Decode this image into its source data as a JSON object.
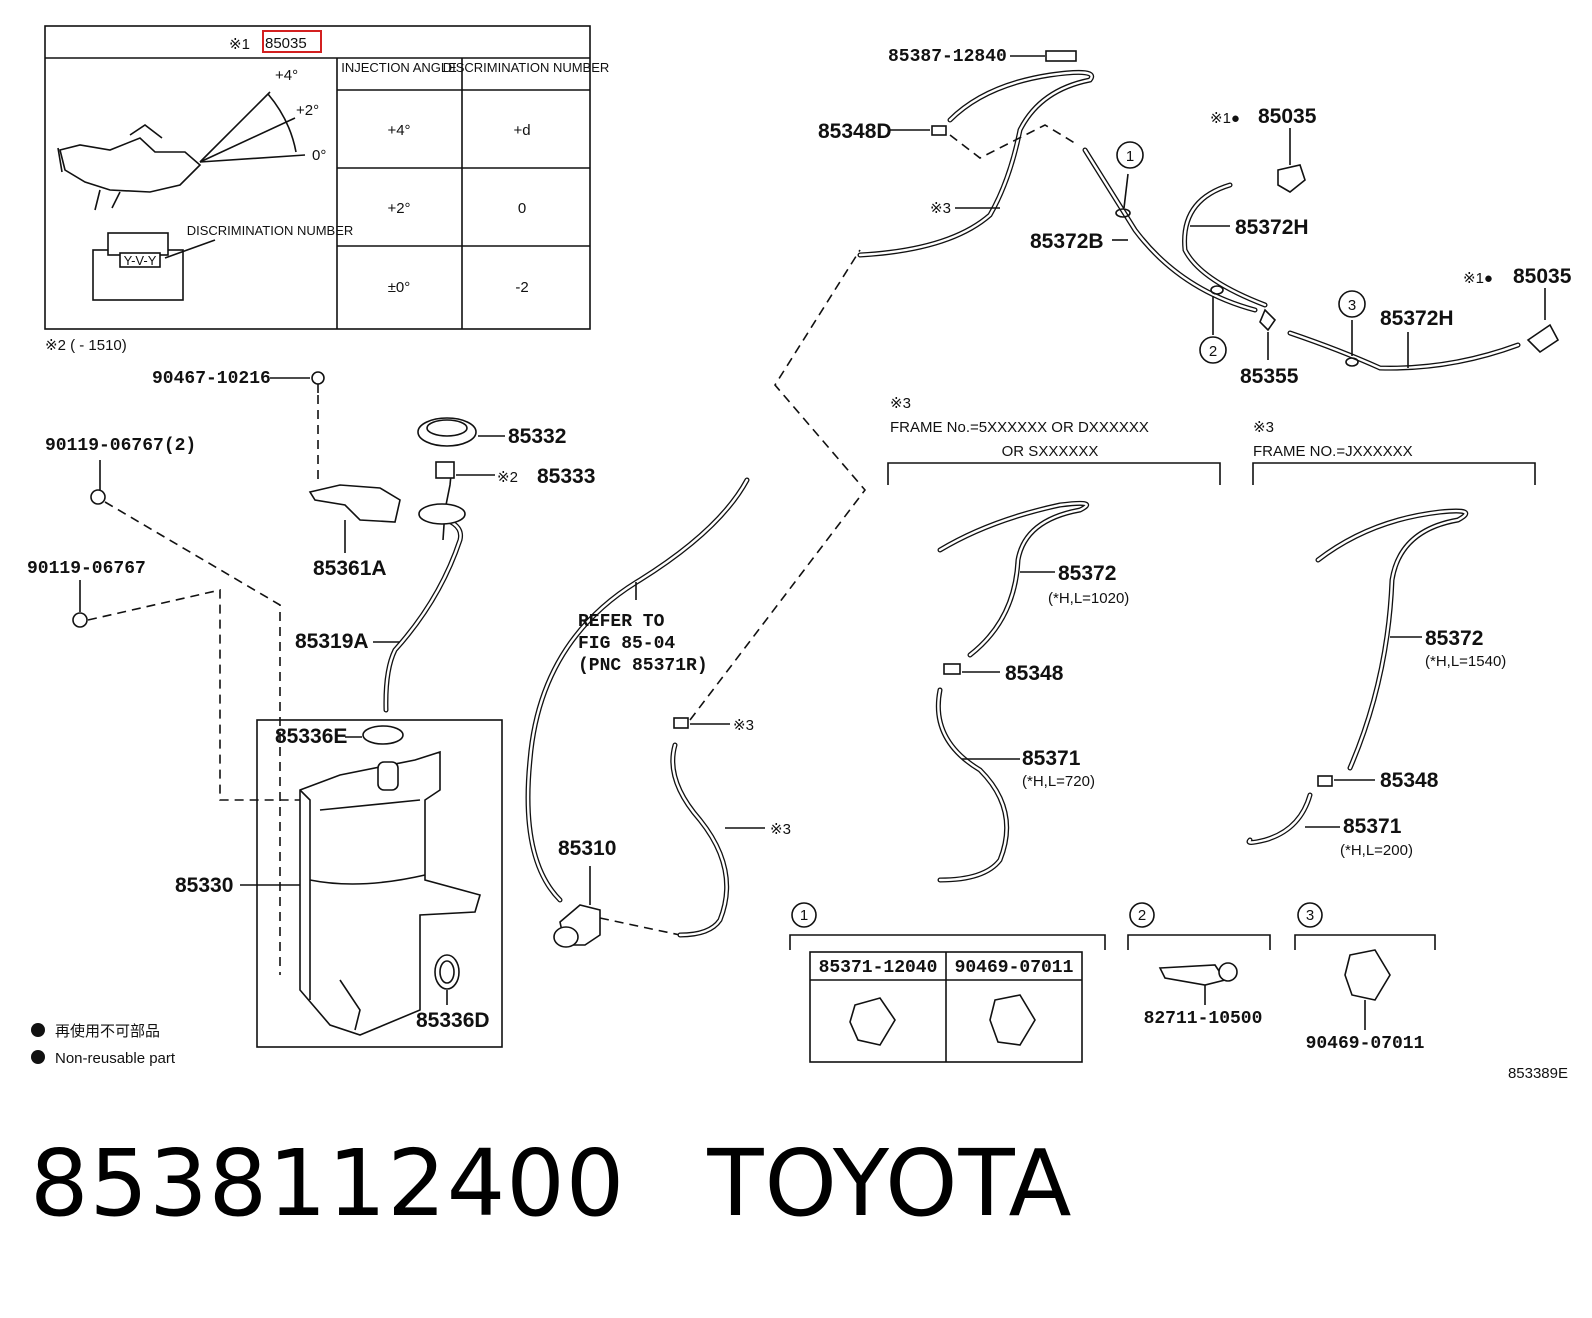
{
  "inset": {
    "title_prefix": "※1",
    "title_part": "85035",
    "angles": [
      "+4°",
      "+2°",
      "0°"
    ],
    "col_headers": [
      "INJECTION ANGLE",
      "DISCRIMINATION NUMBER"
    ],
    "rows": [
      {
        "angle": "+4°",
        "number": "+d"
      },
      {
        "angle": "+2°",
        "number": "0"
      },
      {
        "angle": "±0°",
        "number": "-2"
      }
    ],
    "discrimination_label": "DISCRIMINATION NUMBER",
    "connector_mark": "Y-V-Y",
    "note": "※2 (     - 1510)"
  },
  "parts": {
    "p90467": "90467-10216",
    "p90119_2": "90119-06767(2)",
    "p90119": "90119-06767",
    "p85332": "85332",
    "p85333_prefix": "※2",
    "p85333": "85333",
    "p85361A": "85361A",
    "p85319A": "85319A",
    "p85336E": "85336E",
    "p85330": "85330",
    "p85336D": "85336D",
    "refer": [
      "REFER TO",
      "FIG 85-04",
      "(PNC 85371R)"
    ],
    "p85310": "85310",
    "mark3": "※3",
    "p85387": "85387-12840",
    "p85348D": "85348D",
    "p85372B": "85372B",
    "p85372H": "85372H",
    "p85035": "85035",
    "p85035_prefix": "※1●",
    "p85355": "85355",
    "callouts": [
      "1",
      "2",
      "3"
    ]
  },
  "frame_a": {
    "note": "※3",
    "line1": "FRAME No.=5XXXXXX OR DXXXXXX",
    "line2": "OR SXXXXXX",
    "p85372": "85372",
    "p85372_spec": "(*H,L=1020)",
    "p85348": "85348",
    "p85371": "85371",
    "p85371_spec": "(*H,L=720)"
  },
  "frame_b": {
    "note": "※3",
    "line1": "FRAME NO.=JXXXXXX",
    "p85372": "85372",
    "p85372_spec": "(*H,L=1540)",
    "p85348": "85348",
    "p85371": "85371",
    "p85371_spec": "(*H,L=200)"
  },
  "detail": {
    "box1": [
      "85371-12040",
      "90469-07011"
    ],
    "box2": "82711-10500",
    "box3": "90469-07011"
  },
  "legend": {
    "cn": "再使用不可部品",
    "en": "Non-reusable part"
  },
  "ref_code": "853389E",
  "footer": {
    "part_number": "8538112400",
    "brand": "TOYOTA"
  }
}
